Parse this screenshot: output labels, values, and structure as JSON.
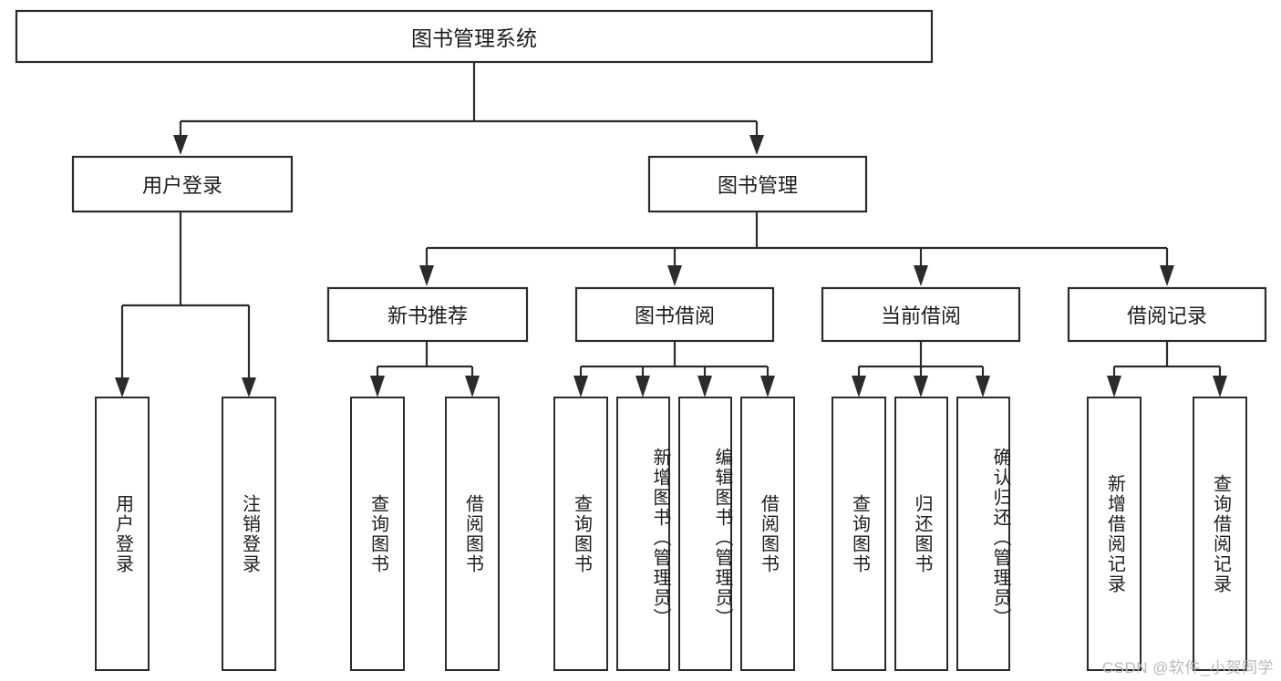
{
  "diagram": {
    "title": "图书管理系统",
    "watermark": "CSDN @软件_小贺同学",
    "colors": {
      "stroke": "#2b2b2b",
      "box_fill": "#ffffff",
      "text": "#1c1c1c",
      "watermark": "#b9b9b9",
      "background": "#ffffff"
    },
    "root": {
      "label": "图书管理系统"
    },
    "level1": [
      {
        "label": "用户登录"
      },
      {
        "label": "图书管理"
      }
    ],
    "level2": [
      {
        "label": "新书推荐"
      },
      {
        "label": "图书借阅"
      },
      {
        "label": "当前借阅"
      },
      {
        "label": "借阅记录"
      }
    ],
    "leaves": {
      "user_login": [
        {
          "label": "用户登录"
        },
        {
          "label": "注销登录"
        }
      ],
      "new_book_recommend": [
        {
          "label": "查询图书"
        },
        {
          "label": "借阅图书"
        }
      ],
      "book_borrow": [
        {
          "label": "查询图书"
        },
        {
          "label": "新增图书（管理员）"
        },
        {
          "label": "编辑图书（管理员）"
        },
        {
          "label": "借阅图书"
        }
      ],
      "current_borrow": [
        {
          "label": "查询图书"
        },
        {
          "label": "归还图书"
        },
        {
          "label": "确认归还（管理员）"
        }
      ],
      "borrow_record": [
        {
          "label": "新增借阅记录"
        },
        {
          "label": "查询借阅记录"
        }
      ]
    }
  }
}
